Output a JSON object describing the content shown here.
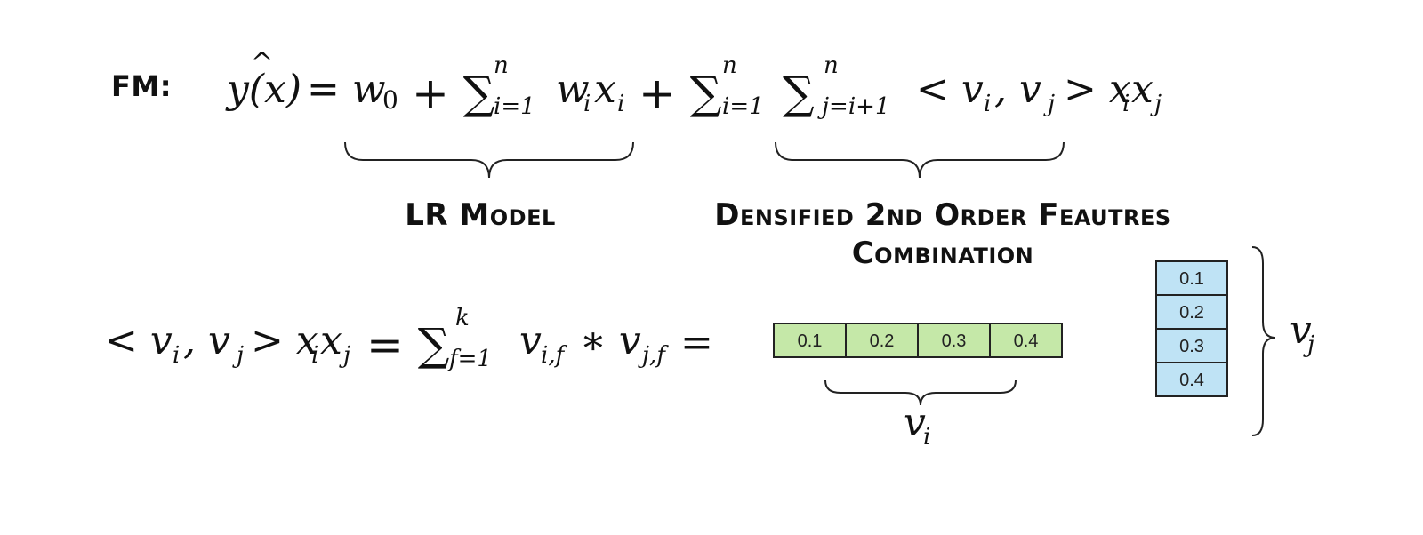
{
  "fm_label": "FM:",
  "formula_fm": {
    "yhat": "y(x)",
    "eq": "= w",
    "w_sub": "0",
    "plus1": "+ ∑",
    "sum1_sub": "i=1",
    "sum1_sup": "n",
    "term1": "w",
    "term1_sub": "i",
    "term1b": "x",
    "term1b_sub": "i",
    "plus2": "+ ∑",
    "sum2_sub": "i=1",
    "sum2_sup": "n",
    "sum3": "∑",
    "sum3_sub": "j=i+1",
    "sum3_sup": "n",
    "inner_open": "< v",
    "inner_vi_sub": "i",
    "inner_comma": ", v",
    "inner_vj_sub": "j",
    "inner_close": "> x",
    "xi_sub": "i",
    "xj": "x",
    "xj_sub": "j"
  },
  "labels": {
    "lr_model": "LR Model",
    "densified_line1": "Densified 2nd Order Feautres",
    "densified_line2": "Combination"
  },
  "formula_inner": {
    "open": "< v",
    "vi_sub": "i",
    "comma": ", v",
    "vj_sub": "j",
    "close": "> x",
    "xi_sub": "i",
    "xj": "x",
    "xj_sub": "j",
    "eq": "= ∑",
    "sum_sub": "f=1",
    "sum_sup": "k",
    "v1": "v",
    "v1_sub": "i,f",
    "star": "∗ v",
    "v2_sub": "j,f",
    "eq2": "="
  },
  "vector_vi": {
    "cells": [
      "0.1",
      "0.2",
      "0.3",
      "0.4"
    ],
    "label": "v",
    "label_sub": "i",
    "color": "#c5e8a8"
  },
  "vector_vj": {
    "cells": [
      "0.1",
      "0.2",
      "0.3",
      "0.4"
    ],
    "label": "v",
    "label_sub": "j",
    "color": "#bfe3f5"
  }
}
